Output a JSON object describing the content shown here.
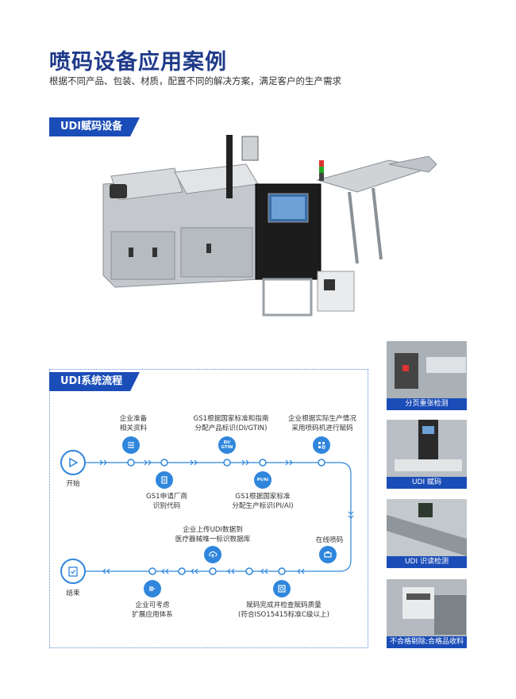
{
  "header": {
    "title": "喷码设备应用案例",
    "subtitle": "根据不同产品、包装、材质，配置不同的解决方案，满足客户的生产需求"
  },
  "section_device": {
    "tag": "UDI赋码设备"
  },
  "section_flow": {
    "tag": "UDI系统流程",
    "start_label": "开始",
    "end_label": "结束",
    "steps": {
      "enterprise_prepare": "企业准备\n相关资料",
      "gs1_apply": "GS1申请厂商\n识别代码",
      "gs1_di": "GS1根据国家标准和指南\n分配产品标识(DI/GTIN)",
      "gs1_pi": "GS1根据国家标准\n分配生产标识(PI/AI)",
      "choose_printer": "企业根据实际生产情况\n采用喷码机进行赋码",
      "online_print": "在线喷码",
      "verify_quality": "赋码完成并检查赋码质量\n(符合ISO15415标准C级以上)",
      "upload_udi": "企业上传UDI数据到\n医疗器械唯一标识数据库",
      "extend_system": "企业可考虑\n扩展应用体系"
    },
    "icon_text": {
      "di": "DI/\nGTIN",
      "pi": "PI/AI"
    }
  },
  "thumbnails": [
    {
      "caption": "分页重张检测"
    },
    {
      "caption": "UDI 赋码"
    },
    {
      "caption": "UDI 识读检测"
    },
    {
      "caption": "不合格剔除;合格品收料"
    }
  ],
  "colors": {
    "brand_blue": "#1b4db8",
    "accent_blue": "#2f86dc",
    "title_blue": "#1f3a8a"
  }
}
